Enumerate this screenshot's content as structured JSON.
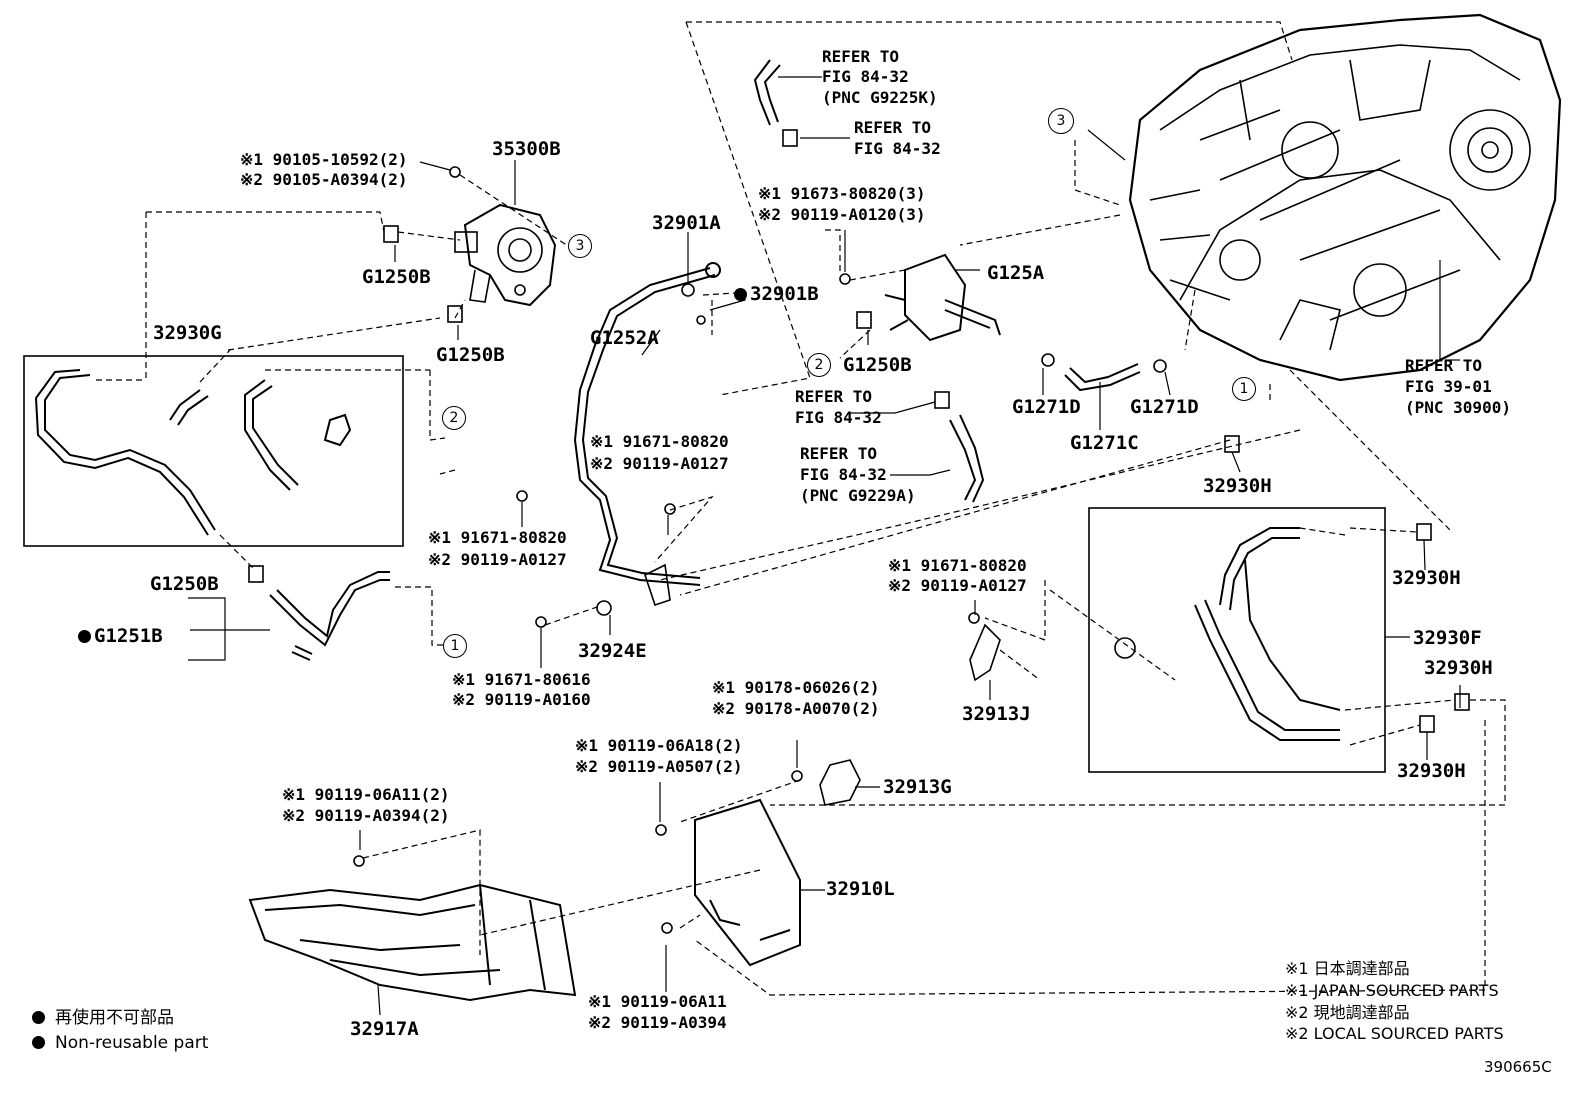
{
  "diagram": {
    "parts": {
      "p35300B": "35300B",
      "bolt_35300B_1": "※1 90105-10592(2)",
      "bolt_35300B_2": "※2 90105-A0394(2)",
      "g1250b_a": "G1250B",
      "g1250b_b": "G1250B",
      "g1250b_c": "G1250B",
      "g1250b_d": "G1250B",
      "p32930G": "32930G",
      "g1251b": "G1251B",
      "p32901A": "32901A",
      "p32901B": "32901B",
      "g1252a": "G1252A",
      "bolt_g1252a_1a": "※1 91671-80820",
      "bolt_g1252a_2a": "※2 90119-A0127",
      "bolt_g1252a_1b": "※1 91671-80820",
      "bolt_g1252a_2b": "※2 90119-A0127",
      "bolt_32924e_1": "※1 91671-80616",
      "bolt_32924e_2": "※2 90119-A0160",
      "p32924E": "32924E",
      "bolt_g125a_1": "※1 91673-80820(3)",
      "bolt_g125a_2": "※2 90119-A0120(3)",
      "g125a": "G125A",
      "g1271d_a": "G1271D",
      "g1271d_b": "G1271D",
      "g1271c": "G1271C",
      "p32930H_a": "32930H",
      "p32930H_b": "32930H",
      "p32930H_c": "32930H",
      "p32930H_d": "32930H",
      "p32930F": "32930F",
      "bolt_32913j_1": "※1 91671-80820",
      "bolt_32913j_2": "※2 90119-A0127",
      "p32913J": "32913J",
      "bolt_32913g_1": "※1 90178-06026(2)",
      "bolt_32913g_2": "※2 90178-A0070(2)",
      "p32913G": "32913G",
      "bolt_32910l_1": "※1 90119-06A18(2)",
      "bolt_32910l_2": "※2 90119-A0507(2)",
      "p32910L": "32910L",
      "bolt_32910l_3": "※1 90119-06A11",
      "bolt_32910l_4": "※2 90119-A0394",
      "bolt_32917a_1": "※1 90119-06A11(2)",
      "bolt_32917a_2": "※2 90119-A0394(2)",
      "p32917A": "32917A"
    },
    "refs": {
      "ref1": [
        "REFER TO",
        "FIG 84-32",
        "(PNC G9225K)"
      ],
      "ref2": [
        "REFER TO",
        "FIG 84-32"
      ],
      "ref3": [
        "REFER TO",
        "FIG 84-32"
      ],
      "ref4": [
        "REFER TO",
        "FIG 84-32",
        "(PNC G9229A)"
      ],
      "ref5": [
        "REFER TO",
        "FIG 39-01",
        "(PNC 30900)"
      ]
    },
    "callouts": {
      "c1a": "1",
      "c1b": "1",
      "c2a": "2",
      "c2b": "2",
      "c3a": "3",
      "c3b": "3"
    },
    "legend": {
      "nonreusable_jp": "再使用不可部品",
      "nonreusable_en": "Non-reusable part",
      "n1_jp": "※1 日本調達部品",
      "n1_en": "※1 JAPAN SOURCED PARTS",
      "n2_jp": "※2 現地調達部品",
      "n2_en": "※2 LOCAL SOURCED PARTS"
    },
    "figure_id": "390665C"
  }
}
